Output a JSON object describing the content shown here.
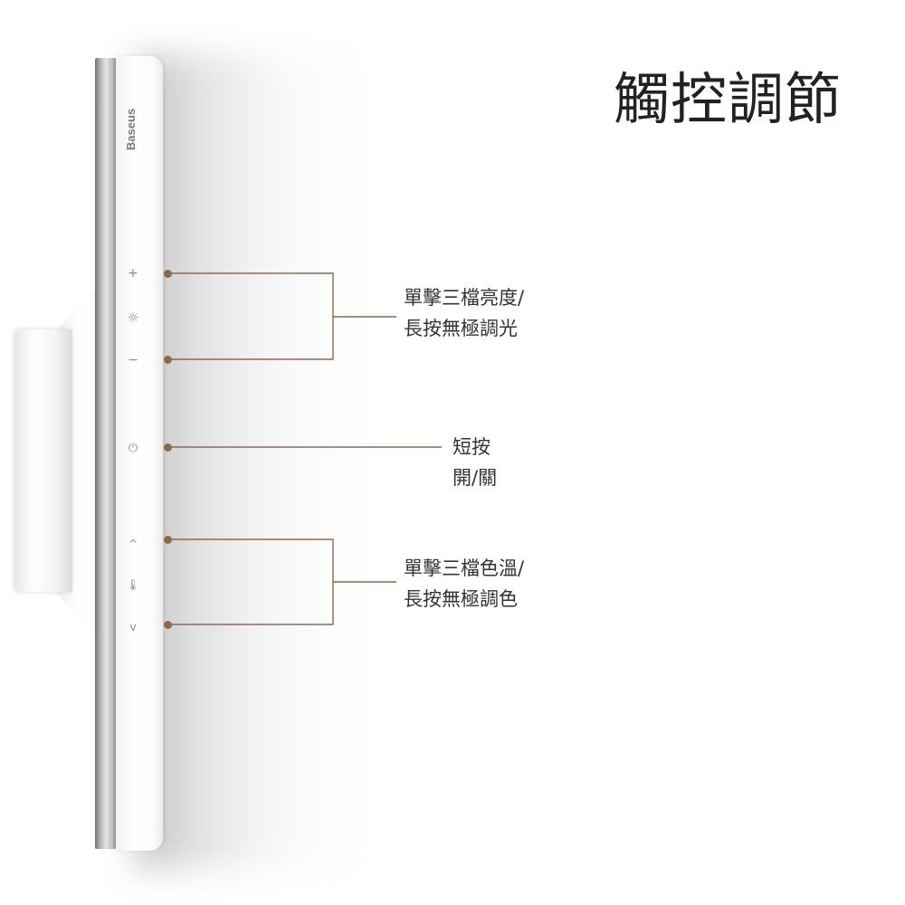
{
  "title": "觸控調節",
  "brand": "Baseus",
  "accent_color": "#8a6a4e",
  "buttons": [
    {
      "name": "plus",
      "glyph": "+"
    },
    {
      "name": "brightness",
      "glyph": "☼"
    },
    {
      "name": "minus",
      "glyph": "−"
    },
    {
      "name": "power",
      "glyph": "⏻"
    },
    {
      "name": "up",
      "glyph": "^"
    },
    {
      "name": "color-temperature",
      "glyph": "🌡"
    },
    {
      "name": "down",
      "glyph": "v"
    }
  ],
  "annotations": {
    "brightness": {
      "line1": "單擊三檔亮度/",
      "line2": "長按無極調光"
    },
    "power": {
      "line1": "短按",
      "line2": "開/關"
    },
    "color_temp": {
      "line1": "單擊三檔色溫/",
      "line2": "長按無極調色"
    }
  }
}
